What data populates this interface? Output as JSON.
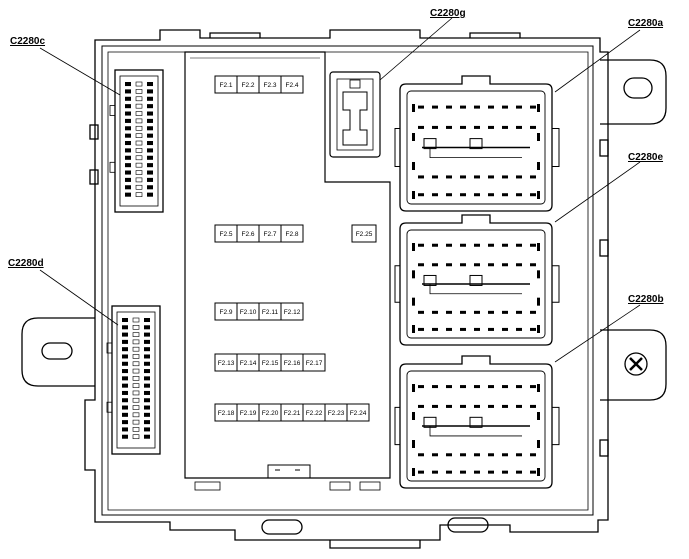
{
  "connectors": {
    "c2280a": "C2280a",
    "c2280b": "C2280b",
    "c2280c": "C2280c",
    "c2280d": "C2280d",
    "c2280e": "C2280e",
    "c2280g": "C2280g"
  },
  "fuses": {
    "row1": [
      "F2.1",
      "F2.2",
      "F2.3",
      "F2.4"
    ],
    "row2": [
      "F2.5",
      "F2.6",
      "F2.7",
      "F2.8"
    ],
    "single": "F2.25",
    "row3": [
      "F2.9",
      "F2.10",
      "F2.11",
      "F2.12"
    ],
    "row4": [
      "F2.13",
      "F2.14",
      "F2.15",
      "F2.16",
      "F2.17"
    ],
    "row5": [
      "F2.18",
      "F2.19",
      "F2.20",
      "F2.21",
      "F2.22",
      "F2.23",
      "F2.24"
    ]
  }
}
